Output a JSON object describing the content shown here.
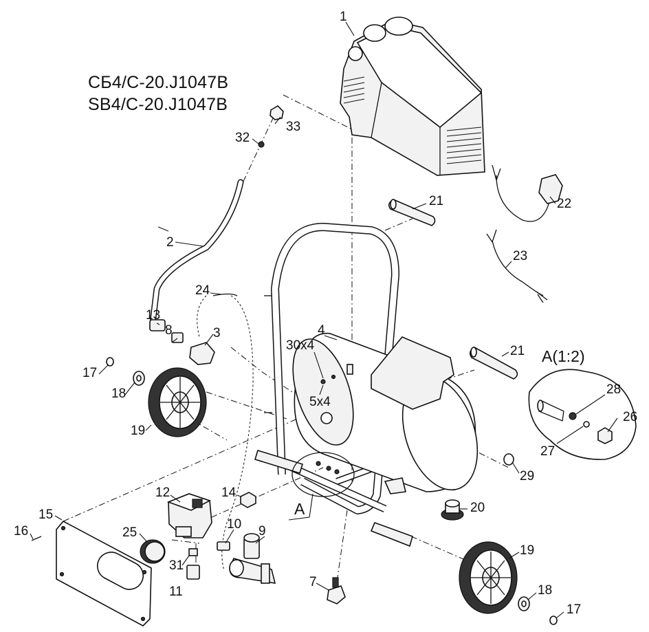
{
  "titles": {
    "line1": "СБ4/С-20.J1047B",
    "line2": "SB4/С-20.J1047B"
  },
  "detail": {
    "label": "A(1:2)",
    "marker": "A"
  },
  "callouts": {
    "p1": "1",
    "p2": "2",
    "p3": "3",
    "p4": "4",
    "p5x4": "5x4",
    "p7": "7",
    "p8": "8",
    "p9": "9",
    "p10": "10",
    "p11": "11",
    "p12": "12",
    "p13": "13",
    "p14": "14",
    "p15": "15",
    "p16": "16",
    "p17a": "17",
    "p17b": "17",
    "p18a": "18",
    "p18b": "18",
    "p19a": "19",
    "p19b": "19",
    "p20": "20",
    "p21a": "21",
    "p21b": "21",
    "p22": "22",
    "p23": "23",
    "p24": "24",
    "p25": "25",
    "p26": "26",
    "p27": "27",
    "p28": "28",
    "p29": "29",
    "p30x4": "30x4",
    "p31": "31",
    "p32": "32",
    "p33": "33"
  }
}
